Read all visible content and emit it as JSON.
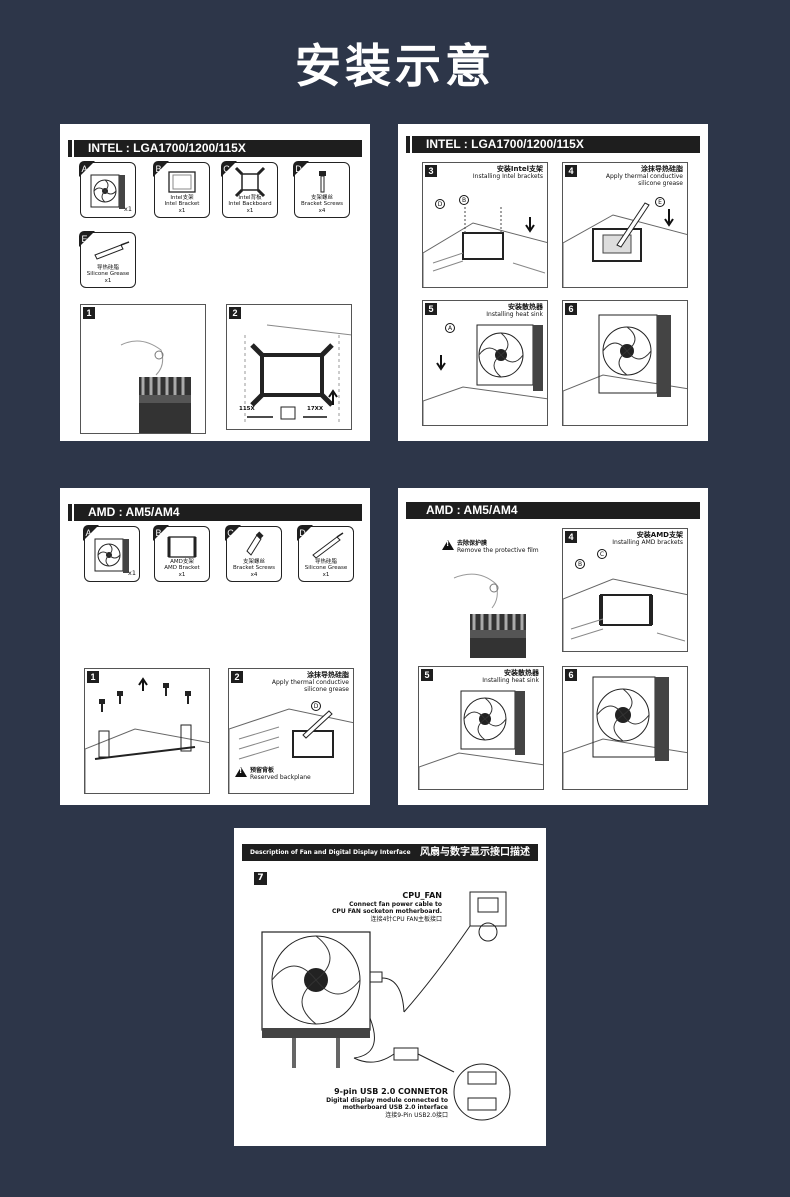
{
  "title": "安装示意",
  "intel_parts": {
    "header": "INTEL : LGA1700/1200/115X",
    "parts": [
      {
        "letter": "A",
        "name_cn": "",
        "name_en": "",
        "qty": "x1"
      },
      {
        "letter": "B",
        "name_cn": "Intel支架",
        "name_en": "Intel Bracket",
        "qty": "x1"
      },
      {
        "letter": "C",
        "name_cn": "Intel背板",
        "name_en": "Intel Backboard",
        "qty": "x1"
      },
      {
        "letter": "D",
        "name_cn": "支架螺丝",
        "name_en": "Bracket Screws",
        "qty": "x4"
      },
      {
        "letter": "E",
        "name_cn": "导热硅脂",
        "name_en": "Silicone Grease",
        "qty": "x1"
      }
    ],
    "steps": [
      {
        "num": "1"
      },
      {
        "num": "2",
        "label_left": "115X",
        "label_right": "17XX"
      }
    ]
  },
  "intel_install": {
    "header": "INTEL : LGA1700/1200/115X",
    "steps": [
      {
        "num": "3",
        "cn": "安装Intel支架",
        "en": "Installing Intel brackets",
        "markers": [
          "D",
          "B"
        ]
      },
      {
        "num": "4",
        "cn": "涂抹导热硅脂",
        "en1": "Apply thermal conductive",
        "en2": "silicone grease",
        "markers": [
          "E"
        ]
      },
      {
        "num": "5",
        "cn": "安装散热器",
        "en": "Installing heat sink",
        "markers": [
          "A"
        ]
      },
      {
        "num": "6"
      }
    ]
  },
  "amd_parts": {
    "header": "AMD : AM5/AM4",
    "parts": [
      {
        "letter": "A",
        "name_cn": "",
        "name_en": "",
        "qty": "x1"
      },
      {
        "letter": "B",
        "name_cn": "AMD支架",
        "name_en": "AMD Bracket",
        "qty": "x1"
      },
      {
        "letter": "C",
        "name_cn": "支架螺丝",
        "name_en": "Bracket Screws",
        "qty": "x4"
      },
      {
        "letter": "D",
        "name_cn": "导热硅脂",
        "name_en": "Silicone Grease",
        "qty": "x1"
      }
    ],
    "steps": [
      {
        "num": "1"
      },
      {
        "num": "2",
        "cn": "涂抹导热硅脂",
        "en1": "Apply thermal conductive",
        "en2": "silicone grease",
        "marker": "D",
        "warn_cn": "预留背板",
        "warn_en": "Reserved backplane"
      }
    ]
  },
  "amd_install": {
    "header": "AMD : AM5/AM4",
    "warn_cn": "去除保护膜",
    "warn_en": "Remove the protective film",
    "steps": [
      {
        "num": "4",
        "cn": "安装AMD支架",
        "en": "Installing AMD brackets",
        "markers": [
          "C",
          "B"
        ]
      },
      {
        "num": "5",
        "cn": "安装散热器",
        "en": "Installing heat sink"
      },
      {
        "num": "6"
      }
    ]
  },
  "fan": {
    "header_en": "Description of Fan and Digital Display Interface",
    "header_cn": "风扇与数字显示接口描述",
    "step_num": "7",
    "cpu_title": "CPU_FAN",
    "cpu_en1": "Connect fan power cable to",
    "cpu_en2": "CPU FAN socketon motherboard.",
    "cpu_cn": "连接4针CPU FAN主板接口",
    "usb_title": "9-pin USB 2.0 CONNETOR",
    "usb_en1": "Digital display module connected to",
    "usb_en2": "motherboard USB 2.0 interface",
    "usb_cn": "连接9-Pin USB2.0接口"
  }
}
